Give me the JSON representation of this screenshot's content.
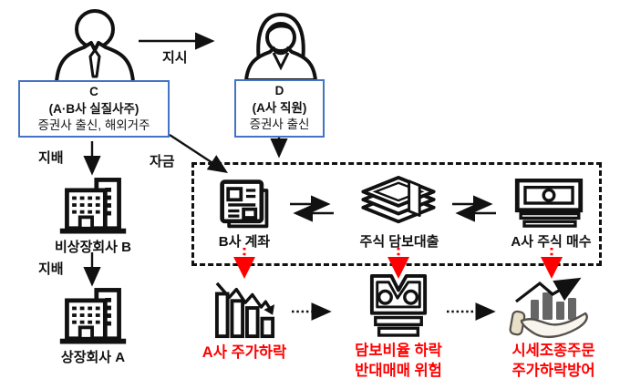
{
  "colors": {
    "accent_blue": "#4472C4",
    "alert_red": "#FF0000",
    "line_black": "#111111"
  },
  "actors": {
    "c": {
      "name": "C",
      "role": "(A·B사 실질사주)",
      "desc": "증권사 출신, 해외거주"
    },
    "d": {
      "name": "D",
      "role": "(A사 직원)",
      "desc": "증권사 출신"
    }
  },
  "edges": {
    "instruct": "지시",
    "control": "지배",
    "funds": "자금"
  },
  "companies": {
    "unlisted": "비상장회사 B",
    "listed": "상장회사 A"
  },
  "cycle": {
    "account": "B사 계좌",
    "loan": "주식 담보대출",
    "buy": "A사 주식 매수"
  },
  "outcomes": {
    "price_fall": "A사 주가하락",
    "margin_lines": [
      "담보비율 하락",
      "반대매매 위험"
    ],
    "defense_lines": [
      "시세조종주문",
      "주가하락방어"
    ]
  },
  "icons": [
    "man-icon",
    "woman-icon",
    "building-icon",
    "newspaper-account-icon",
    "money-stack-icon",
    "banknotes-icon",
    "declining-chart-icon",
    "torn-banknote-icon",
    "hand-holding-chart-icon"
  ]
}
